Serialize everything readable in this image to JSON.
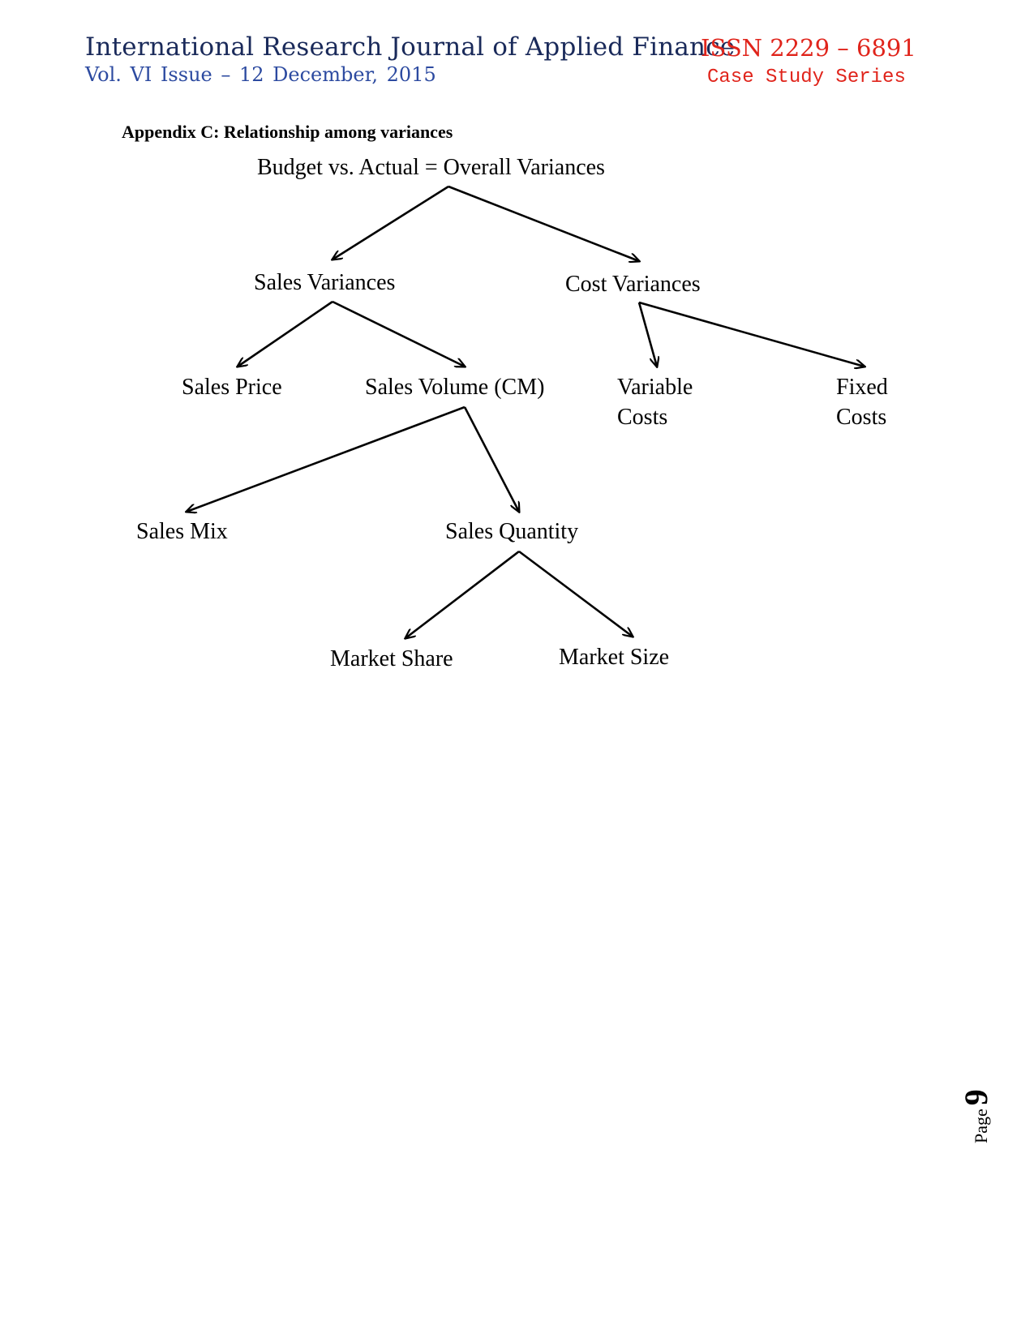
{
  "header": {
    "journal_title": "International Research Journal of Applied Finance",
    "issn": "ISSN 2229 – 6891",
    "issue_line": "Vol. VI  Issue – 12  December, 2015",
    "series": "Case Study Series"
  },
  "appendix_title": "Appendix C:  Relationship among variances",
  "diagram": {
    "root": "Budget vs. Actual = Overall Variances",
    "sales_variances": "Sales Variances",
    "cost_variances": "Cost Variances",
    "sales_price": "Sales Price",
    "sales_volume": "Sales Volume (CM)",
    "variable_costs": "Variable Costs",
    "fixed_costs": "Fixed Costs",
    "sales_mix": "Sales Mix",
    "sales_quantity": "Sales Quantity",
    "market_share": "Market Share",
    "market_size": "Market Size"
  },
  "footer": {
    "page_label": "Page",
    "page_number": "9"
  }
}
